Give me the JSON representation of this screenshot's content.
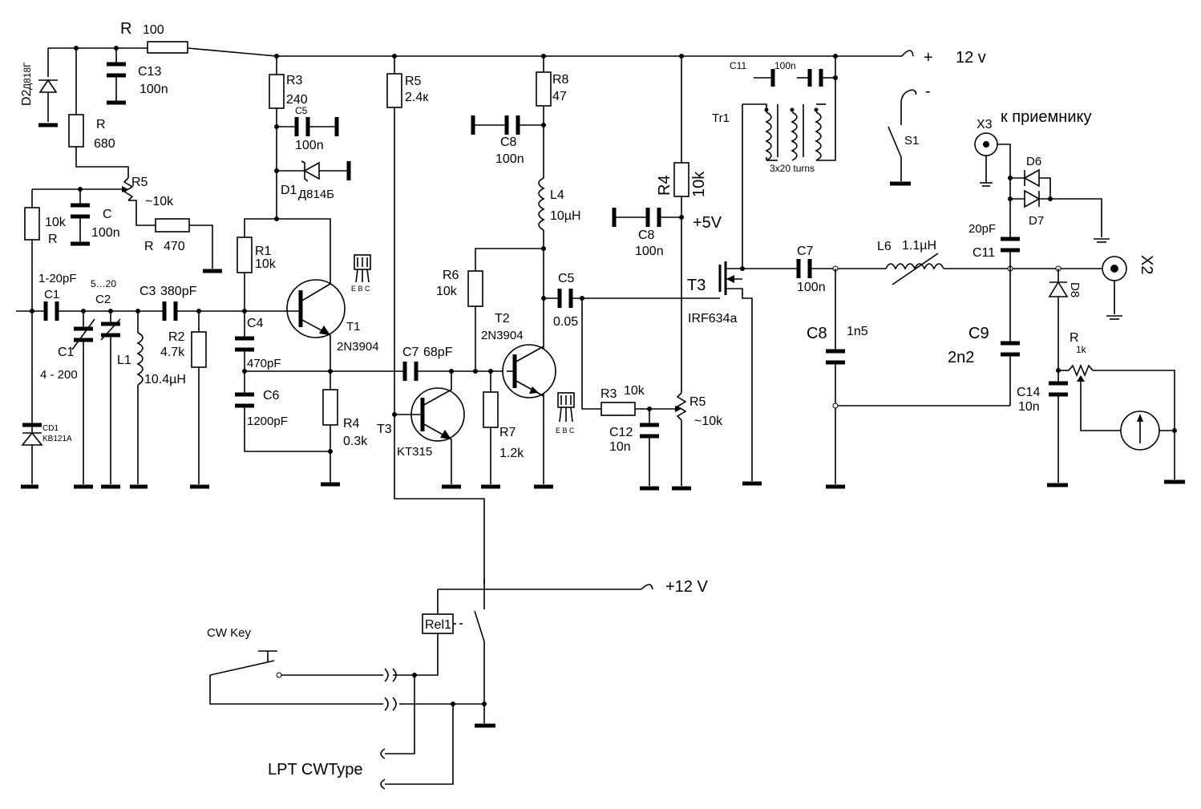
{
  "labels": {
    "r_top": "R",
    "r_top_val": "100",
    "d2": "D2",
    "d2_type": "Д818Г",
    "c13": "C13",
    "c13_val": "100n",
    "r680": "R",
    "r680_val": "680",
    "r3": "R3",
    "r3_val": "240",
    "c5a": "C5",
    "c5a_val": "100n",
    "d1": "D1",
    "d1_type": "Д814Б",
    "r5a": "R5",
    "r5a_val": "~10k",
    "r10k": "R",
    "r10k_val": "10k",
    "c100n": "C",
    "c100n_val": "100n",
    "r470": "R",
    "r470_val": "470",
    "r1": "R1",
    "r1_val": "10k",
    "t1": "T1",
    "t1_type": "2N3904",
    "ebc1": "E B C",
    "c1_range": "1-20pF",
    "c1a": "C1",
    "c2_range": "5…20",
    "c2": "C2",
    "c3": "C3",
    "c3_val": "380pF",
    "c1b": "C1",
    "c1b_range": "4 - 200",
    "l1": "L1",
    "l1_val": "10.4µH",
    "r2": "R2",
    "r2_val": "4.7k",
    "c4": "C4",
    "c4_val": "470pF",
    "c6": "C6",
    "c6_val": "1200pF",
    "r4": "R4",
    "r4_val": "0.3k",
    "cd1": "CD1",
    "cd1_type": "KB121A",
    "r5b": "R5",
    "r5b_val": "2.4к",
    "r8": "R8",
    "r8_val": "47",
    "c8a": "C8",
    "c8a_val": "100n",
    "l4": "L4",
    "l4_val": "10µH",
    "r6": "R6",
    "r6_val": "10k",
    "c5b": "C5",
    "c5b_val": "0.05",
    "t2": "T2",
    "t2_type": "2N3904",
    "c7a": "C7",
    "c7a_val": "68pF",
    "t3a": "T3",
    "t3a_type": "KT315",
    "r7": "R7",
    "r7_val": "1.2k",
    "ebc2": "E B C",
    "r3b": "R3",
    "r3b_val": "10k",
    "c12": "C12",
    "c12_val": "10n",
    "r5c": "R5",
    "r5c_val": "~10k",
    "r4b": "R4",
    "r4b_val": "10k",
    "c8b": "C8",
    "c8b_val": "100n",
    "plus5v": "+5V",
    "t3b": "T3",
    "t3b_type": "IRF634a",
    "c11a": "C11",
    "c11a_val": "100n",
    "tr1": "Tr1",
    "tr1_note": "3x20 turns",
    "plus": "+",
    "plus12v": "12 v",
    "minus": "-",
    "s1": "S1",
    "x3": "X3",
    "x3_note": "к приемнику",
    "d6": "D6",
    "d7": "D7",
    "c11b": "C11",
    "c11b_val": "20pF",
    "c7b": "C7",
    "c7b_val": "100n",
    "l6": "L6",
    "l6_val": "1.1µH",
    "x2": "X2",
    "d8": "D8",
    "c8c": "C8",
    "c8c_val": "1n5",
    "c9": "C9",
    "c9_val": "2n2",
    "r1k": "R",
    "r1k_val": "1k",
    "c14": "C14",
    "c14_val": "10n",
    "plus12v_b": "+12  V",
    "rel1": "Rel1",
    "cw_key": "CW Key",
    "lpt": "LPT CWType"
  }
}
